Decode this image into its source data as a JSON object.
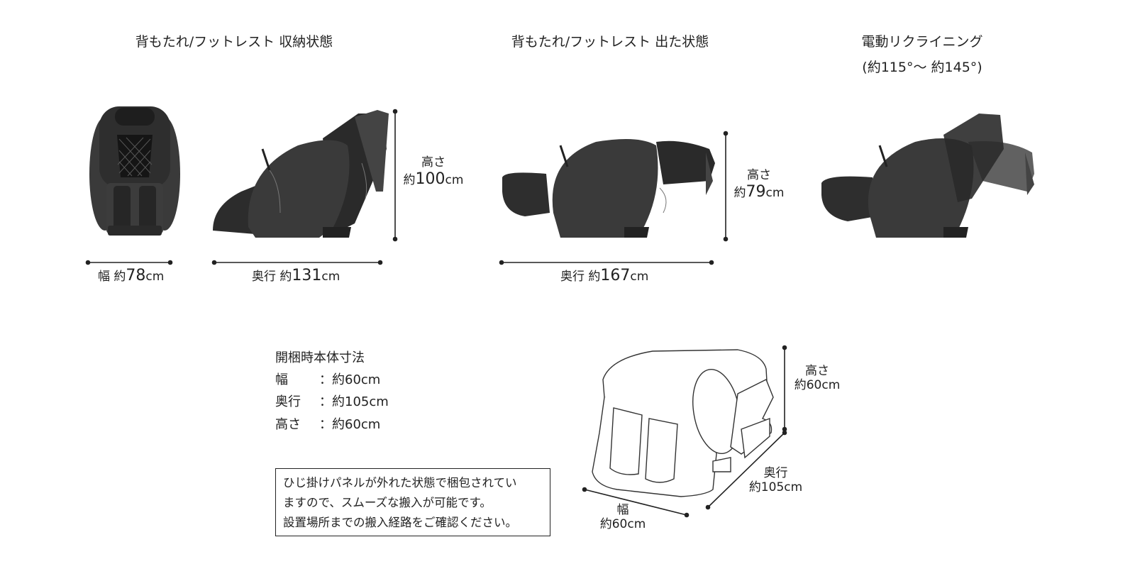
{
  "headings": {
    "stored": "背もたれ/フットレスト 収納状態",
    "extended": "背もたれ/フットレスト 出た状態",
    "recline_line1": "電動リクライニング",
    "recline_line2": "(約115°～ 約145°)"
  },
  "dimensions": {
    "width_stored": {
      "label": "幅",
      "prefix": "約",
      "value": "78",
      "unit": "cm"
    },
    "depth_stored": {
      "label": "奥行",
      "prefix": "約",
      "value": "131",
      "unit": "cm"
    },
    "height_stored": {
      "label": "高さ",
      "prefix": "約",
      "value": "100",
      "unit": "cm"
    },
    "depth_extended": {
      "label": "奥行",
      "prefix": "約",
      "value": "167",
      "unit": "cm"
    },
    "height_extended": {
      "label": "高さ",
      "prefix": "約",
      "value": "79",
      "unit": "cm"
    }
  },
  "unpacked": {
    "title": "開梱時本体寸法",
    "rows": [
      {
        "label": "幅",
        "value": "：約60cm"
      },
      {
        "label": "奥行",
        "value": "：約105cm"
      },
      {
        "label": "高さ",
        "value": "：約60cm"
      }
    ],
    "box_height": {
      "label": "高さ",
      "value": "約60cm"
    },
    "box_depth": {
      "label": "奥行",
      "value": "約105cm"
    },
    "box_width": {
      "label": "幅",
      "value": "約60cm"
    }
  },
  "note": [
    "ひじ掛けパネルが外れた状態で梱包されてい",
    "ますので、スムーズな搬入が可能です。",
    "設置場所までの搬入経路をご確認ください。"
  ],
  "icons": [
    "massage-chair-front",
    "massage-chair-side",
    "massage-chair-extended",
    "massage-chair-reclined",
    "massage-chair-unpacked"
  ],
  "colors": {
    "chair_dark": "#2b2b2b",
    "chair_mid": "#3d3d3d",
    "line": "#222222"
  }
}
